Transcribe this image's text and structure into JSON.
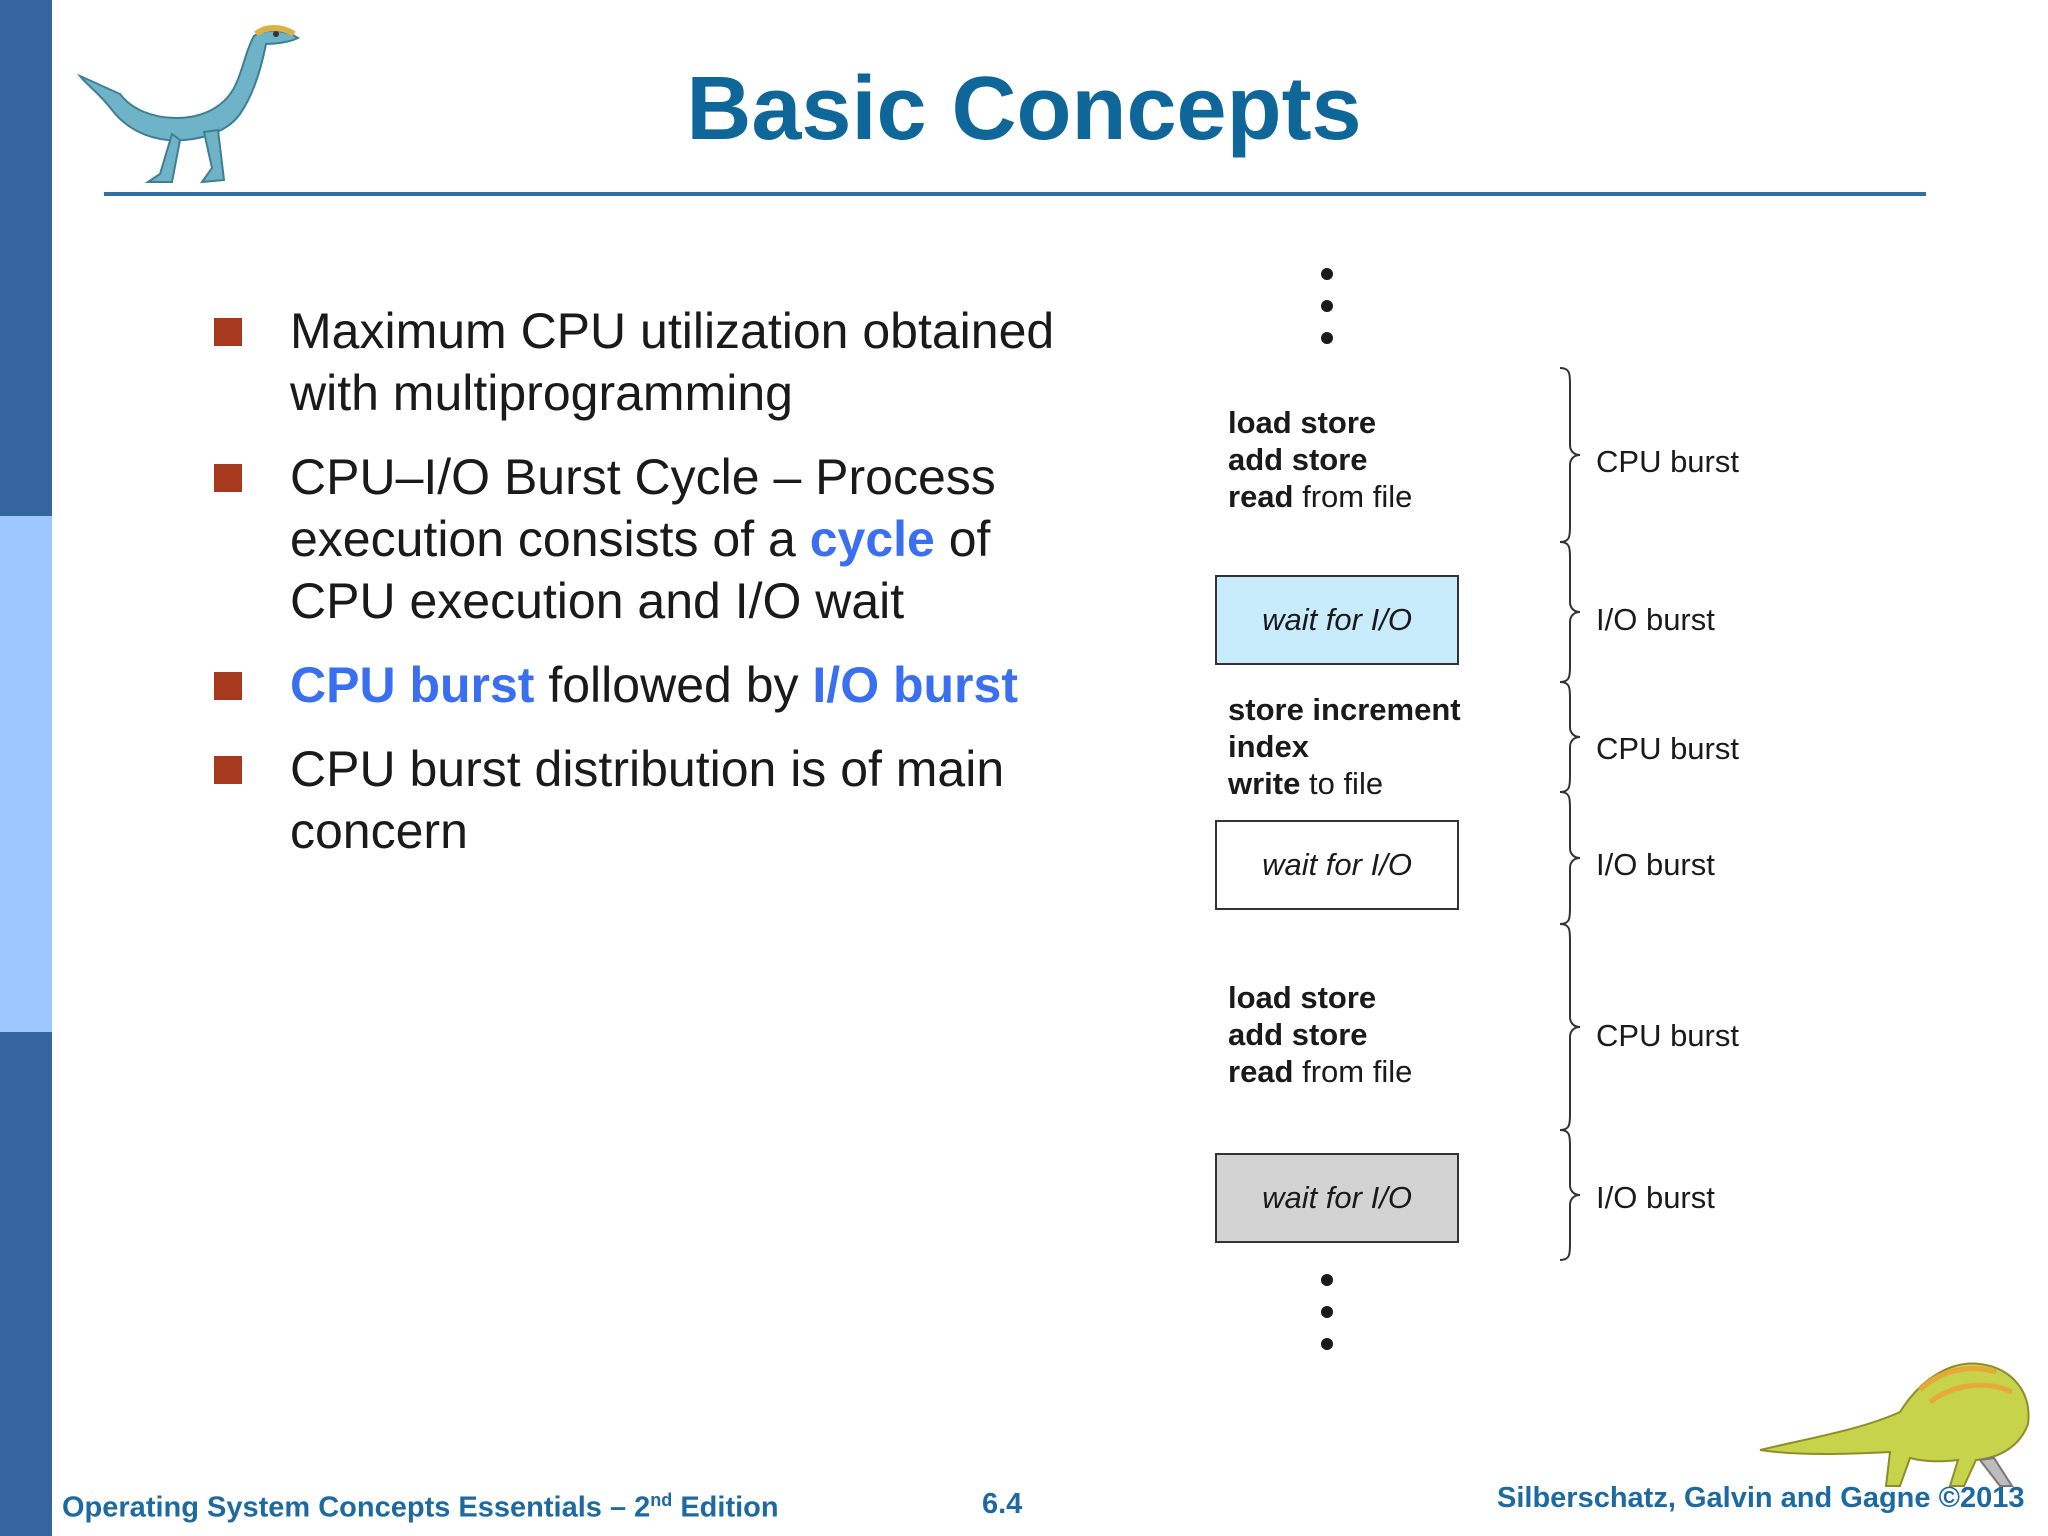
{
  "slide": {
    "title": "Basic Concepts",
    "bullets": [
      {
        "parts": [
          {
            "text": "Maximum CPU utilization obtained with multiprogramming",
            "hl": false
          }
        ]
      },
      {
        "parts": [
          {
            "text": "CPU–I/O Burst Cycle – Process execution consists of a ",
            "hl": false
          },
          {
            "text": "cycle",
            "hl": true
          },
          {
            "text": " of CPU execution and I/O wait",
            "hl": false
          }
        ]
      },
      {
        "parts": [
          {
            "text": "CPU burst",
            "hl": true
          },
          {
            "text": " followed by ",
            "hl": false
          },
          {
            "text": "I/O burst",
            "hl": true
          }
        ]
      },
      {
        "parts": [
          {
            "text": "CPU burst distribution is of main concern",
            "hl": false
          }
        ]
      }
    ]
  },
  "diagram": {
    "blocks": [
      {
        "type": "cpu",
        "lines": [
          [
            {
              "t": "load store",
              "b": true
            }
          ],
          [
            {
              "t": "add store",
              "b": true
            }
          ],
          [
            {
              "t": "read",
              "b": true
            },
            {
              "t": " from file",
              "b": false
            }
          ]
        ],
        "label": "CPU burst"
      },
      {
        "type": "io",
        "text": "wait for I/O",
        "fill": "#c9ecfd",
        "label": "I/O burst"
      },
      {
        "type": "cpu",
        "lines": [
          [
            {
              "t": "store increment",
              "b": true
            }
          ],
          [
            {
              "t": "index",
              "b": true
            }
          ],
          [
            {
              "t": "write",
              "b": true
            },
            {
              "t": " to file",
              "b": false
            }
          ]
        ],
        "label": "CPU burst"
      },
      {
        "type": "io",
        "text": "wait for I/O",
        "fill": "#ffffff",
        "label": "I/O burst"
      },
      {
        "type": "cpu",
        "lines": [
          [
            {
              "t": "load store",
              "b": true
            }
          ],
          [
            {
              "t": "add store",
              "b": true
            }
          ],
          [
            {
              "t": "read",
              "b": true
            },
            {
              "t": " from file",
              "b": false
            }
          ]
        ],
        "label": "CPU burst"
      },
      {
        "type": "io",
        "text": "wait for I/O",
        "fill": "#d3d3d3",
        "label": "I/O burst"
      }
    ]
  },
  "footer": {
    "left_main": "Operating System Concepts Essentials – 2",
    "left_sup": "nd",
    "left_tail": " Edition",
    "page": "6.4",
    "copyright": "Silberschatz, Galvin and Gagne ©2013"
  },
  "colors": {
    "title": "#0e6699",
    "highlight": "#3a6fef",
    "bullet": "#a73a1e",
    "sidebar_dark": "#35659e",
    "sidebar_light": "#9dc8ff"
  },
  "icons": [
    "dinosaur-top-icon",
    "dinosaur-bottom-icon"
  ]
}
